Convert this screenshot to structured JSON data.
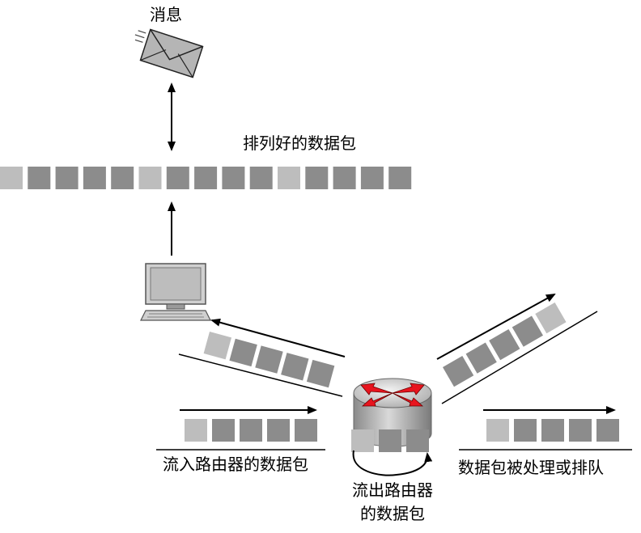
{
  "labels": {
    "message": "消息",
    "ordered_packets": "排列好的数据包",
    "incoming_packets": "流入路由器的数据包",
    "outgoing_line1": "流出路由器",
    "outgoing_line2": "的数据包",
    "processed_queued": "数据包被处理或排队"
  },
  "icons": {
    "message": "envelope-icon",
    "computer": "desktop-computer-icon",
    "router": "router-icon"
  },
  "colors": {
    "packet_dark": "#8c8c8c",
    "packet_light": "#bdbdbd",
    "router_arrow": "#e8141e",
    "line": "#000000"
  },
  "packet_rows": {
    "top": [
      "light",
      "dark",
      "dark",
      "dark",
      "dark",
      "light",
      "dark",
      "dark",
      "dark",
      "dark",
      "light",
      "dark",
      "dark",
      "dark",
      "dark"
    ],
    "computer_return": [
      "light",
      "dark",
      "dark",
      "dark",
      "dark"
    ],
    "incoming": [
      "light",
      "dark",
      "dark",
      "dark",
      "dark"
    ],
    "router_exit": [
      "light",
      "dark",
      "dark"
    ],
    "outgoing_diag": [
      "light",
      "dark",
      "dark",
      "dark",
      "dark"
    ],
    "outgoing_right": [
      "light",
      "dark",
      "dark",
      "dark",
      "dark"
    ]
  }
}
